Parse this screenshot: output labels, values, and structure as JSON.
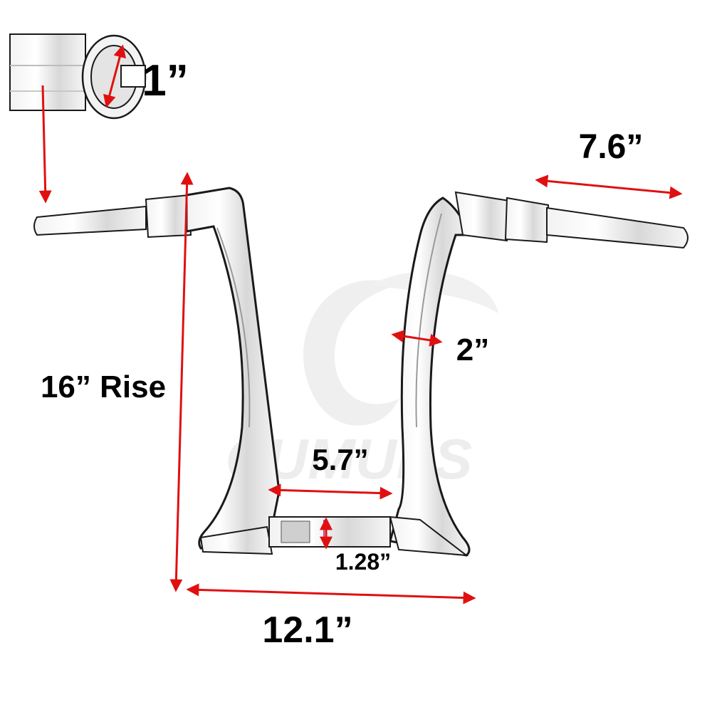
{
  "colors": {
    "arrow": "#e01010",
    "outline": "#1a1a1a",
    "watermark": "#ededed"
  },
  "watermark": {
    "text": "CUMUPS"
  },
  "dimensions": {
    "inner_diameter": "1”",
    "end_length": "7.6”",
    "riser_width": "2”",
    "rise": "16” Rise",
    "center_width": "5.7”",
    "center_diameter": "1.28”",
    "overall_width": "12.1”"
  }
}
